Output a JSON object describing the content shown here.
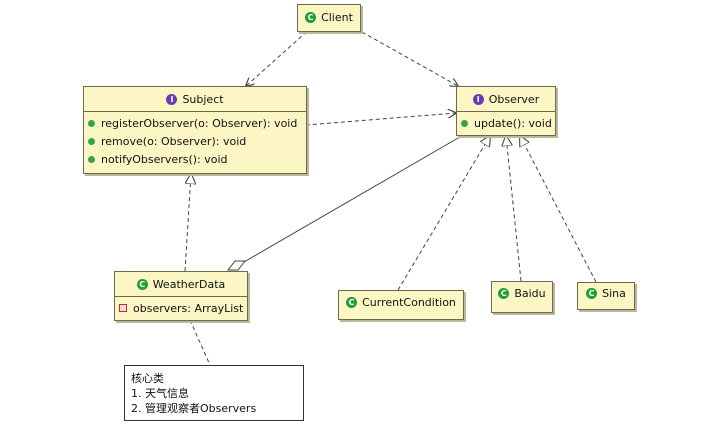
{
  "classes": {
    "client": {
      "name": "Client",
      "kind": "class"
    },
    "subject": {
      "name": "Subject",
      "kind": "interface",
      "operations": [
        "registerObserver(o: Observer): void",
        "remove(o: Observer): void",
        "notifyObservers(): void"
      ]
    },
    "observer": {
      "name": "Observer",
      "kind": "interface",
      "operations": [
        "update(): void"
      ]
    },
    "weather_data": {
      "name": "WeatherData",
      "kind": "class",
      "fields": [
        "observers: ArrayList"
      ]
    },
    "current_condition": {
      "name": "CurrentCondition",
      "kind": "class"
    },
    "baidu": {
      "name": "Baidu",
      "kind": "class"
    },
    "sina": {
      "name": "Sina",
      "kind": "class"
    }
  },
  "badges": {
    "class": "C",
    "interface": "I"
  },
  "note": {
    "lines": [
      "核心类",
      "1. 天气信息",
      "2. 管理观察者Observers"
    ]
  },
  "colors": {
    "box_fill": "#fbf6c4",
    "class_badge": "#1f9e3a",
    "interface_badge": "#6a3bb5",
    "line": "#444444"
  }
}
